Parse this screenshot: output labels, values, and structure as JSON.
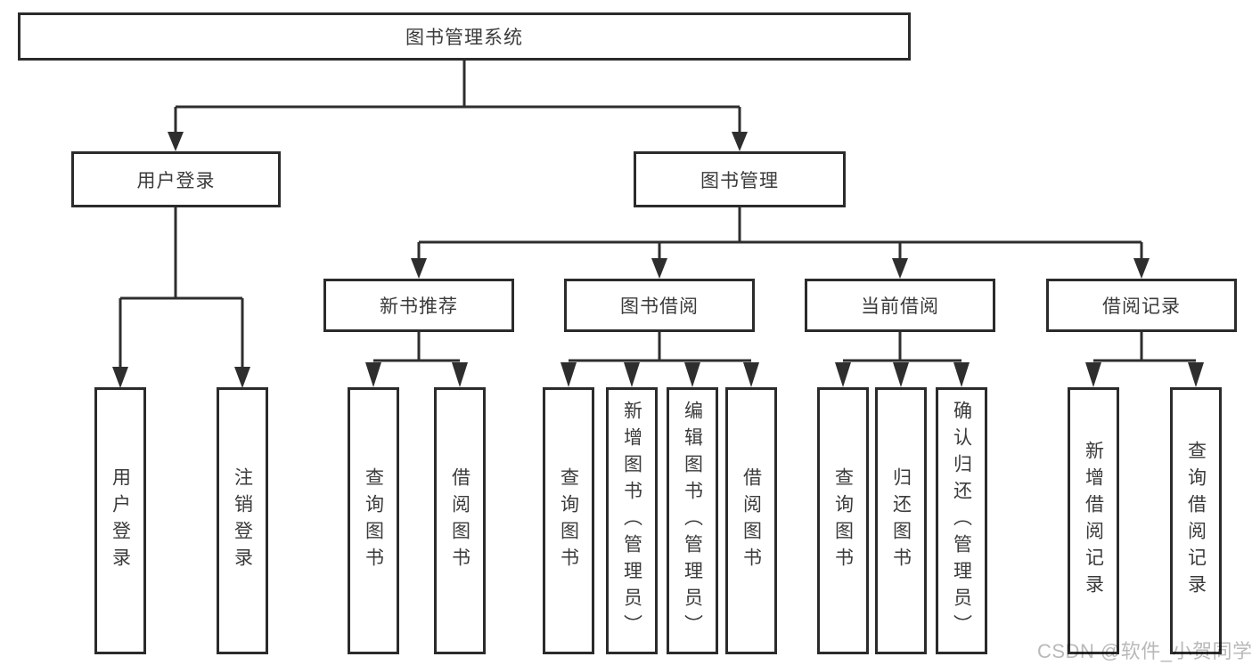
{
  "diagram": {
    "root": "图书管理系统",
    "level1": {
      "user_login": "用户登录",
      "book_management": "图书管理"
    },
    "level2": {
      "new_book_recommend": "新书推荐",
      "book_borrow": "图书借阅",
      "current_borrow": "当前借阅",
      "borrow_records": "借阅记录"
    },
    "leaves": {
      "user_login": [
        "用户登录",
        "注销登录"
      ],
      "new_book_recommend": [
        "查询图书",
        "借阅图书"
      ],
      "book_borrow": [
        "查询图书",
        "新增图书（管理员）",
        "编辑图书（管理员）",
        "借阅图书"
      ],
      "current_borrow": [
        "查询图书",
        "归还图书",
        "确认归还（管理员）"
      ],
      "borrow_records": [
        "新增借阅记录",
        "查询借阅记录"
      ]
    }
  },
  "watermark": "CSDN @软件_小贺同学",
  "colors": {
    "line": "#2e2e2e",
    "border": "#2b2b2b",
    "text": "#3b3b3b",
    "watermark": "#b9b9b9",
    "background": "#ffffff"
  }
}
